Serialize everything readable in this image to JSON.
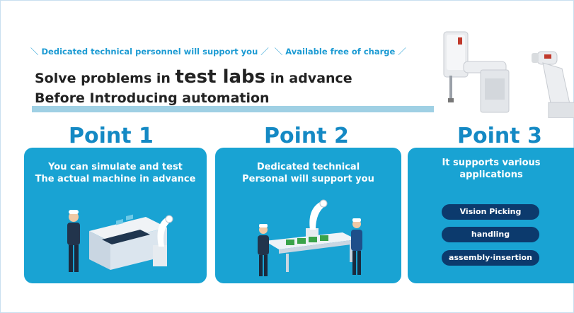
{
  "tagline": {
    "part1": "Dedicated technical personnel will support you",
    "part2": "Available free of charge"
  },
  "headline": {
    "line1_prefix": "Solve problems in",
    "line1_emphasis": "test labs",
    "line1_suffix": "in advance",
    "line2": "Before Introducing automation"
  },
  "points": [
    {
      "title": "Point 1",
      "line1": "You can simulate and test",
      "line2": "The actual machine in advance"
    },
    {
      "title": "Point 2",
      "line1": "Dedicated technical",
      "line2": "Personal will support you"
    },
    {
      "title": "Point 3",
      "line1": "It supports various",
      "line2": "applications"
    }
  ],
  "applications": [
    "Vision Picking",
    "handling",
    "assembly·insertion"
  ],
  "colors": {
    "accent": "#1d9bd3",
    "card": "#19a3d3",
    "title": "#1489c4",
    "pill": "#0c3a6d",
    "bar": "#9fd0e4"
  }
}
